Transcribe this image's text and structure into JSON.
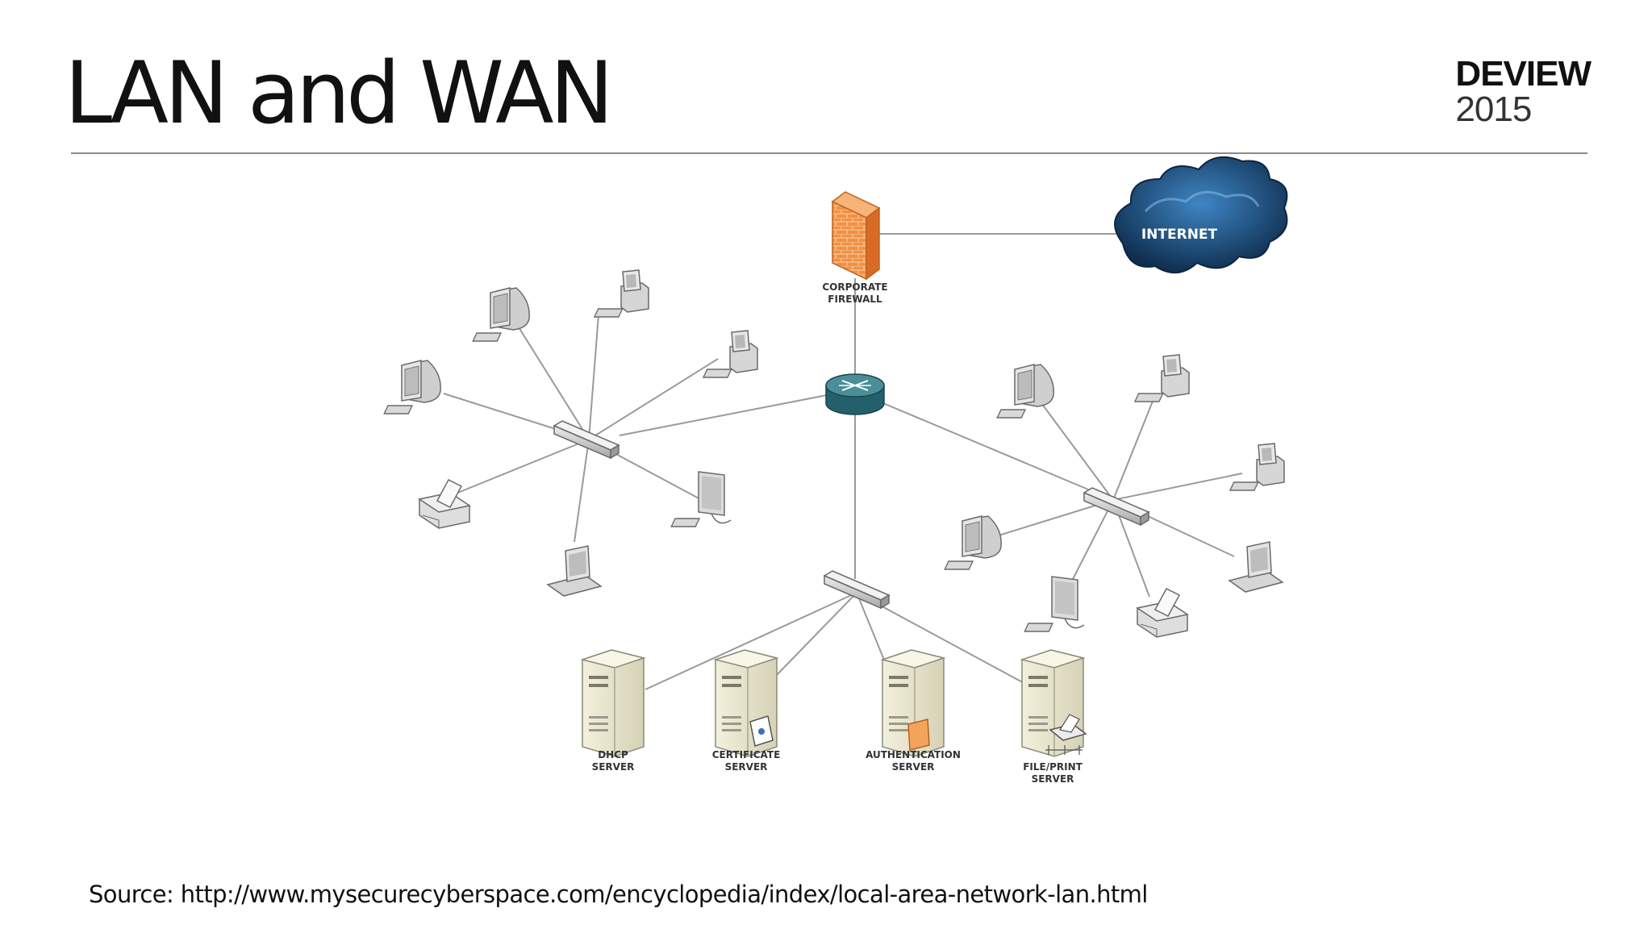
{
  "slide": {
    "title": "LAN and WAN",
    "logo_line1": "DEVIEW",
    "logo_line2": "2015",
    "source": "Source: http://www.mysecurecyberspace.com/encyclopedia/index/local-area-network-lan.html"
  },
  "diagram": {
    "internet_label": "INTERNET",
    "firewall_label": [
      "CORPORATE",
      "FIREWALL"
    ],
    "servers": [
      {
        "lines": [
          "DHCP",
          "SERVER"
        ]
      },
      {
        "lines": [
          "CERTIFICATE",
          "SERVER"
        ]
      },
      {
        "lines": [
          "AUTHENTICATION",
          "SERVER"
        ]
      },
      {
        "lines": [
          "FILE/PRINT",
          "SERVER"
        ]
      }
    ],
    "colors": {
      "firewall": "#f08a3c",
      "cloud": "#1d4f80",
      "router": "#2f6f7a",
      "link": "#9a9a9a"
    }
  }
}
